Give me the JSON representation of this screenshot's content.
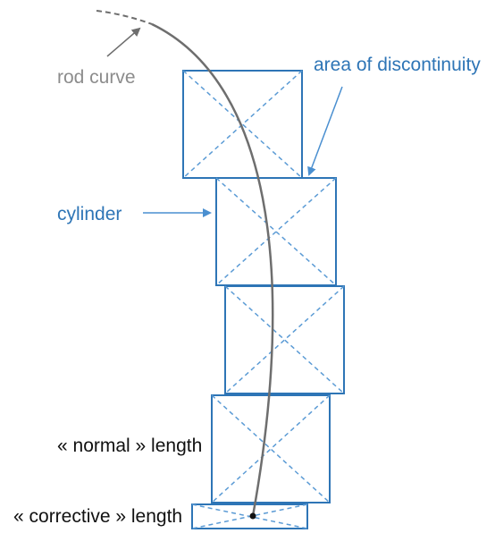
{
  "labels": {
    "rod_curve": "rod curve",
    "area_of_discontinuity": "area of discontinuity",
    "cylinder": "cylinder",
    "normal_length": "« normal » length",
    "corrective_length": "« corrective » length"
  },
  "colors": {
    "box_stroke": "#2e75b6",
    "curve_stroke": "#6e6e6e",
    "rod_label": "#8c8c8c",
    "blue_label": "#2e75b6",
    "black_label": "#111111"
  }
}
